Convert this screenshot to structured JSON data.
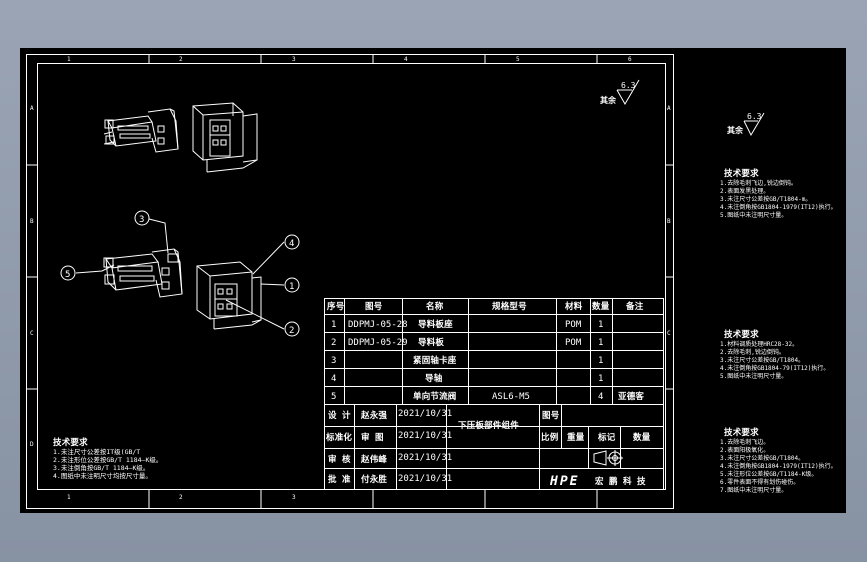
{
  "drawing": {
    "zone_columns": [
      "1",
      "2",
      "3",
      "4",
      "5",
      "6"
    ],
    "zone_rows": [
      "A",
      "B",
      "C",
      "D"
    ],
    "roughness_main": {
      "value": "6.3",
      "label": "其余"
    },
    "roughness_side": {
      "value": "6.3",
      "label": "其余"
    }
  },
  "balloons": [
    "1",
    "2",
    "3",
    "4",
    "5"
  ],
  "bom": {
    "headers": [
      "序号",
      "图号",
      "名称",
      "规格型号",
      "材料",
      "数量",
      "备注"
    ],
    "rows": [
      {
        "no": "1",
        "code": "DDPMJ-05-28",
        "name": "导料板座",
        "spec": "",
        "material": "POM",
        "qty": "1",
        "note": ""
      },
      {
        "no": "2",
        "code": "DDPMJ-05-29",
        "name": "导料板",
        "spec": "",
        "material": "POM",
        "qty": "1",
        "note": ""
      },
      {
        "no": "3",
        "code": "",
        "name": "紧固轴卡座",
        "spec": "",
        "material": "",
        "qty": "1",
        "note": ""
      },
      {
        "no": "4",
        "code": "",
        "name": "导轴",
        "spec": "",
        "material": "",
        "qty": "1",
        "note": ""
      },
      {
        "no": "5",
        "code": "",
        "name": "单向节流阀",
        "spec": "ASL6-M5",
        "material": "",
        "qty": "4",
        "note": "亚德客"
      }
    ]
  },
  "title_block": {
    "signoff": [
      {
        "role": "设 计",
        "name": "赵永强",
        "date": "2021/10/31"
      },
      {
        "role": "标准化",
        "name": "审 图",
        "date": "2021/10/31"
      },
      {
        "role": "审 核",
        "name": "赵伟峰",
        "date": "2021/10/31"
      },
      {
        "role": "批 准",
        "name": "付永胜",
        "date": "2021/10/31"
      }
    ],
    "drawing_title": "下压板部件组件",
    "fig_no_label": "图号",
    "scale_label": "比例",
    "weight_label": "重量",
    "mark_label": "标记",
    "qty_label": "数量",
    "logo": "HPE",
    "company": "宏 鹏 科 技"
  },
  "notes_main": {
    "title": "技术要求",
    "lines": [
      "1.未注尺寸公差按IT级(GB/T",
      "2.未注形位公差按GB/T 1184—K级。",
      "3.未注倒角按GB/T 1184—K级。",
      "4.图纸中未注明尺寸均按尺寸量。"
    ]
  },
  "side_notes": [
    {
      "title": "技术要求",
      "lines": [
        "1.去除毛刺飞边,锐边倒钝。",
        "2.表面发黑处理。",
        "3.未注尺寸公差按GB/T1804-m。",
        "4.未注倒角按GB1804-1979(IT12)执行。",
        "5.图纸中未注明尺寸量。"
      ]
    },
    {
      "title": "技术要求",
      "lines": [
        "1.材料调质处理HRC28-32。",
        "2.去除毛刺,锐边倒钝。",
        "3.未注尺寸公差按GB/T1804。",
        "4.未注倒角按GB1804-79(IT12)执行。",
        "5.图纸中未注明尺寸量。"
      ]
    },
    {
      "title": "技术要求",
      "lines": [
        "1.去除毛刺飞边。",
        "2.表面阳极氧化。",
        "3.未注尺寸公差按GB/T1804。",
        "4.未注倒角按GB1804-1979(IT12)执行。",
        "5.未注形位公差按GB/T1184-K级。",
        "6.零件表面不得有划伤碰伤。",
        "7.图纸中未注明尺寸量。"
      ]
    }
  ],
  "colors": {
    "background": "#000000",
    "line": "#ffffff",
    "frame_backdrop": "#8c97a8"
  }
}
